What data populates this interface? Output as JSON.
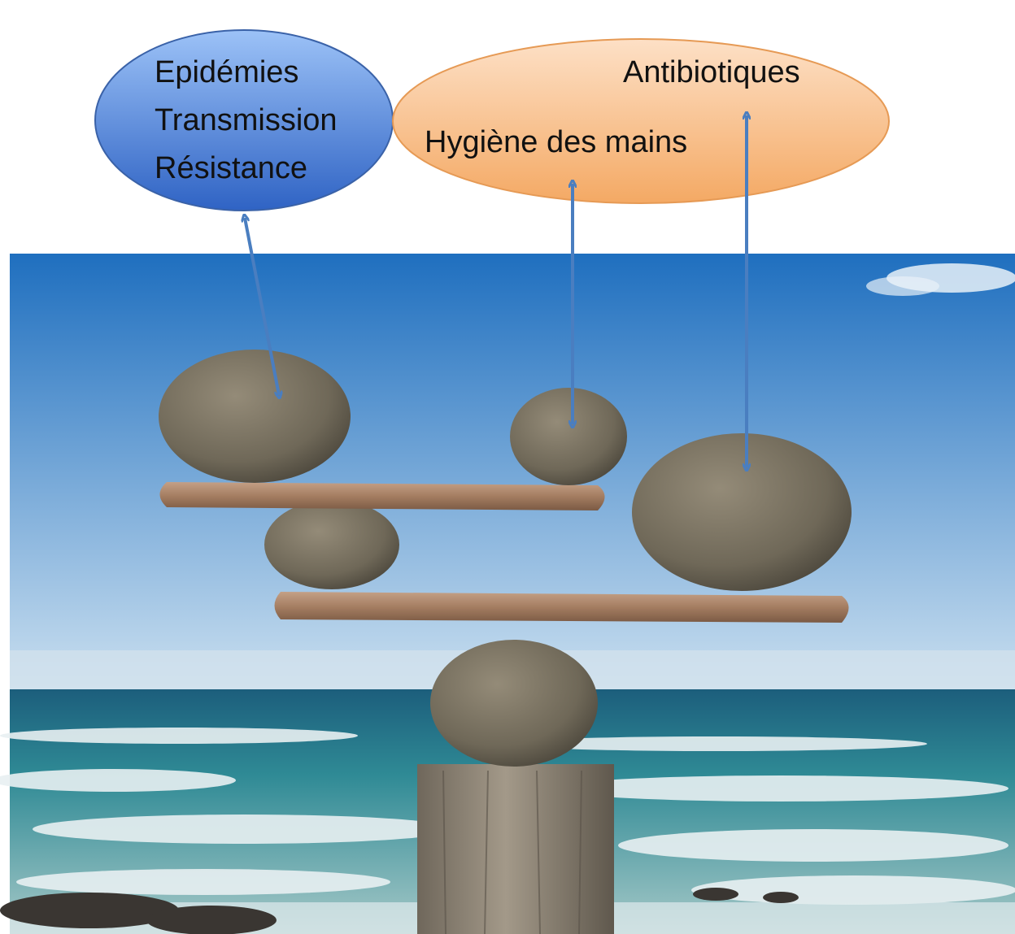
{
  "bubbles": {
    "problems": {
      "lines": [
        "Epidémies",
        "Transmission",
        "Résistance"
      ],
      "color_top": "#9cc2f7",
      "color_bottom": "#2f63c4",
      "stroke": "#3a62a8"
    },
    "measures": {
      "antibiotics": "Antibiotiques",
      "hand_hygiene": "Hygiène des mains",
      "color_top": "#fde0c6",
      "color_bottom": "#f4a964",
      "stroke": "#e69a55"
    }
  },
  "arrows": {
    "color": "#4a7ec0"
  },
  "scene": {
    "sky_top": "#1f6fbf",
    "sky_bottom": "#cbe0f0",
    "sea": "#1f6f86",
    "surf": "#e8f0f2",
    "stone": "#77705f",
    "plank": "#a88265",
    "post": "#8a8173"
  }
}
